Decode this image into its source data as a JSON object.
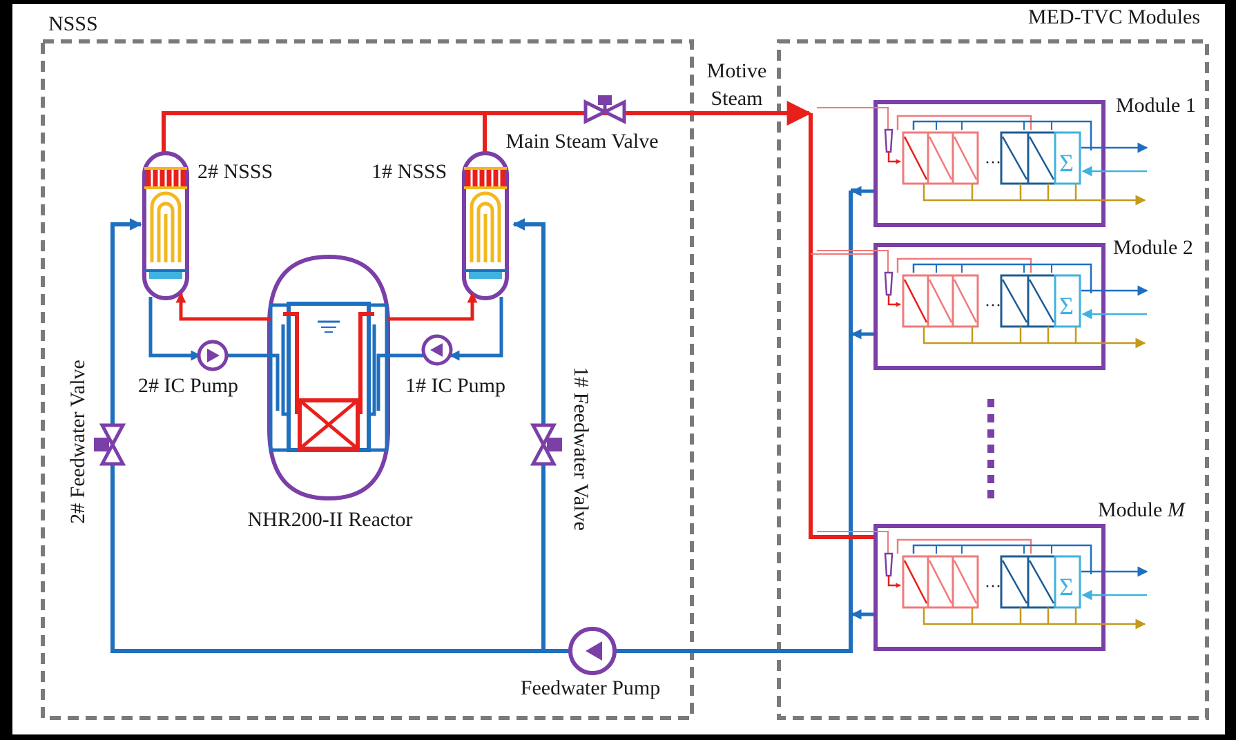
{
  "regions": {
    "nsss_title": "NSSS",
    "med_title": "MED-TVC Modules"
  },
  "labels": {
    "motive_line1": "Motive",
    "motive_line2": "Steam",
    "main_steam_valve": "Main Steam Valve",
    "nsss2": "2# NSSS",
    "nsss1": "1# NSSS",
    "ic_pump2": "2# IC Pump",
    "ic_pump1": "1# IC Pump",
    "reactor": "NHR200-II Reactor",
    "fw_valve2": "2# Feedwater Valve",
    "fw_valve1": "1# Feedwater Valve",
    "fw_pump": "Feedwater Pump",
    "ellipsis": "···",
    "module_prefix": "Module",
    "module_1_num": "1",
    "module_2_num": "2",
    "module_m_num": "M"
  },
  "colors": {
    "steam": "#e8201c",
    "water": "#1f6fbf",
    "equipment": "#7b3fa8",
    "tube": "#f2b821",
    "pink": "#f07a7a",
    "cyan": "#3fb2e0",
    "gold": "#c49a1c",
    "navy": "#1d5c95"
  }
}
